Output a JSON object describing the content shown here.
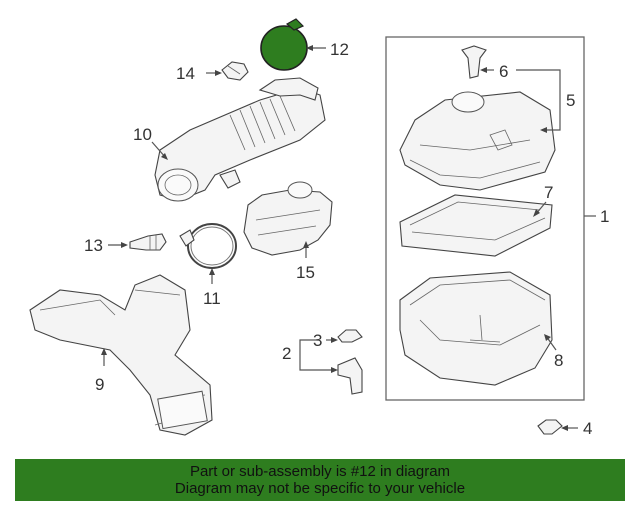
{
  "callouts": {
    "c1": "1",
    "c2": "2",
    "c3": "3",
    "c4": "4",
    "c5": "5",
    "c6": "6",
    "c7": "7",
    "c8": "8",
    "c9": "9",
    "c10": "10",
    "c11": "11",
    "c12": "12",
    "c13": "13",
    "c14": "14",
    "c15": "15"
  },
  "colors": {
    "highlight": "#2e7d1f",
    "banner": "#2e7d1f"
  },
  "banner": {
    "line1": "Part or sub-assembly is #12 in diagram",
    "line2": "Diagram may not be specific to your vehicle"
  }
}
